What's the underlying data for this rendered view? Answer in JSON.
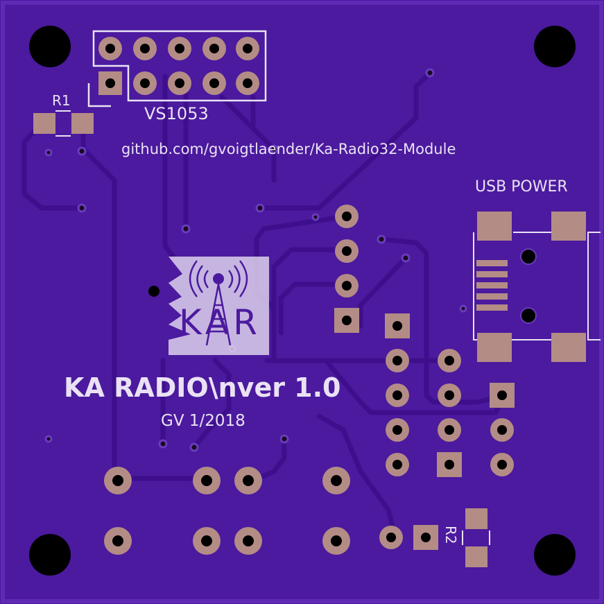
{
  "board": {
    "background": "#4b1a9e",
    "edge": "#5f2bb4",
    "trace_color": "#3e0f8c",
    "pad_color": "#b48c86",
    "silk_color": "#eae2f4"
  },
  "silkscreen": {
    "header_label": "VS1053",
    "resistor_r1": "R1",
    "resistor_r2": "R2",
    "url": "github.com/gvoigtlaender/Ka-Radio32-Module",
    "usb_label": "USB POWER",
    "title": "KA RADIO\\nver 1.0",
    "author_date": "GV 1/2018",
    "logo_text": "KAR"
  }
}
